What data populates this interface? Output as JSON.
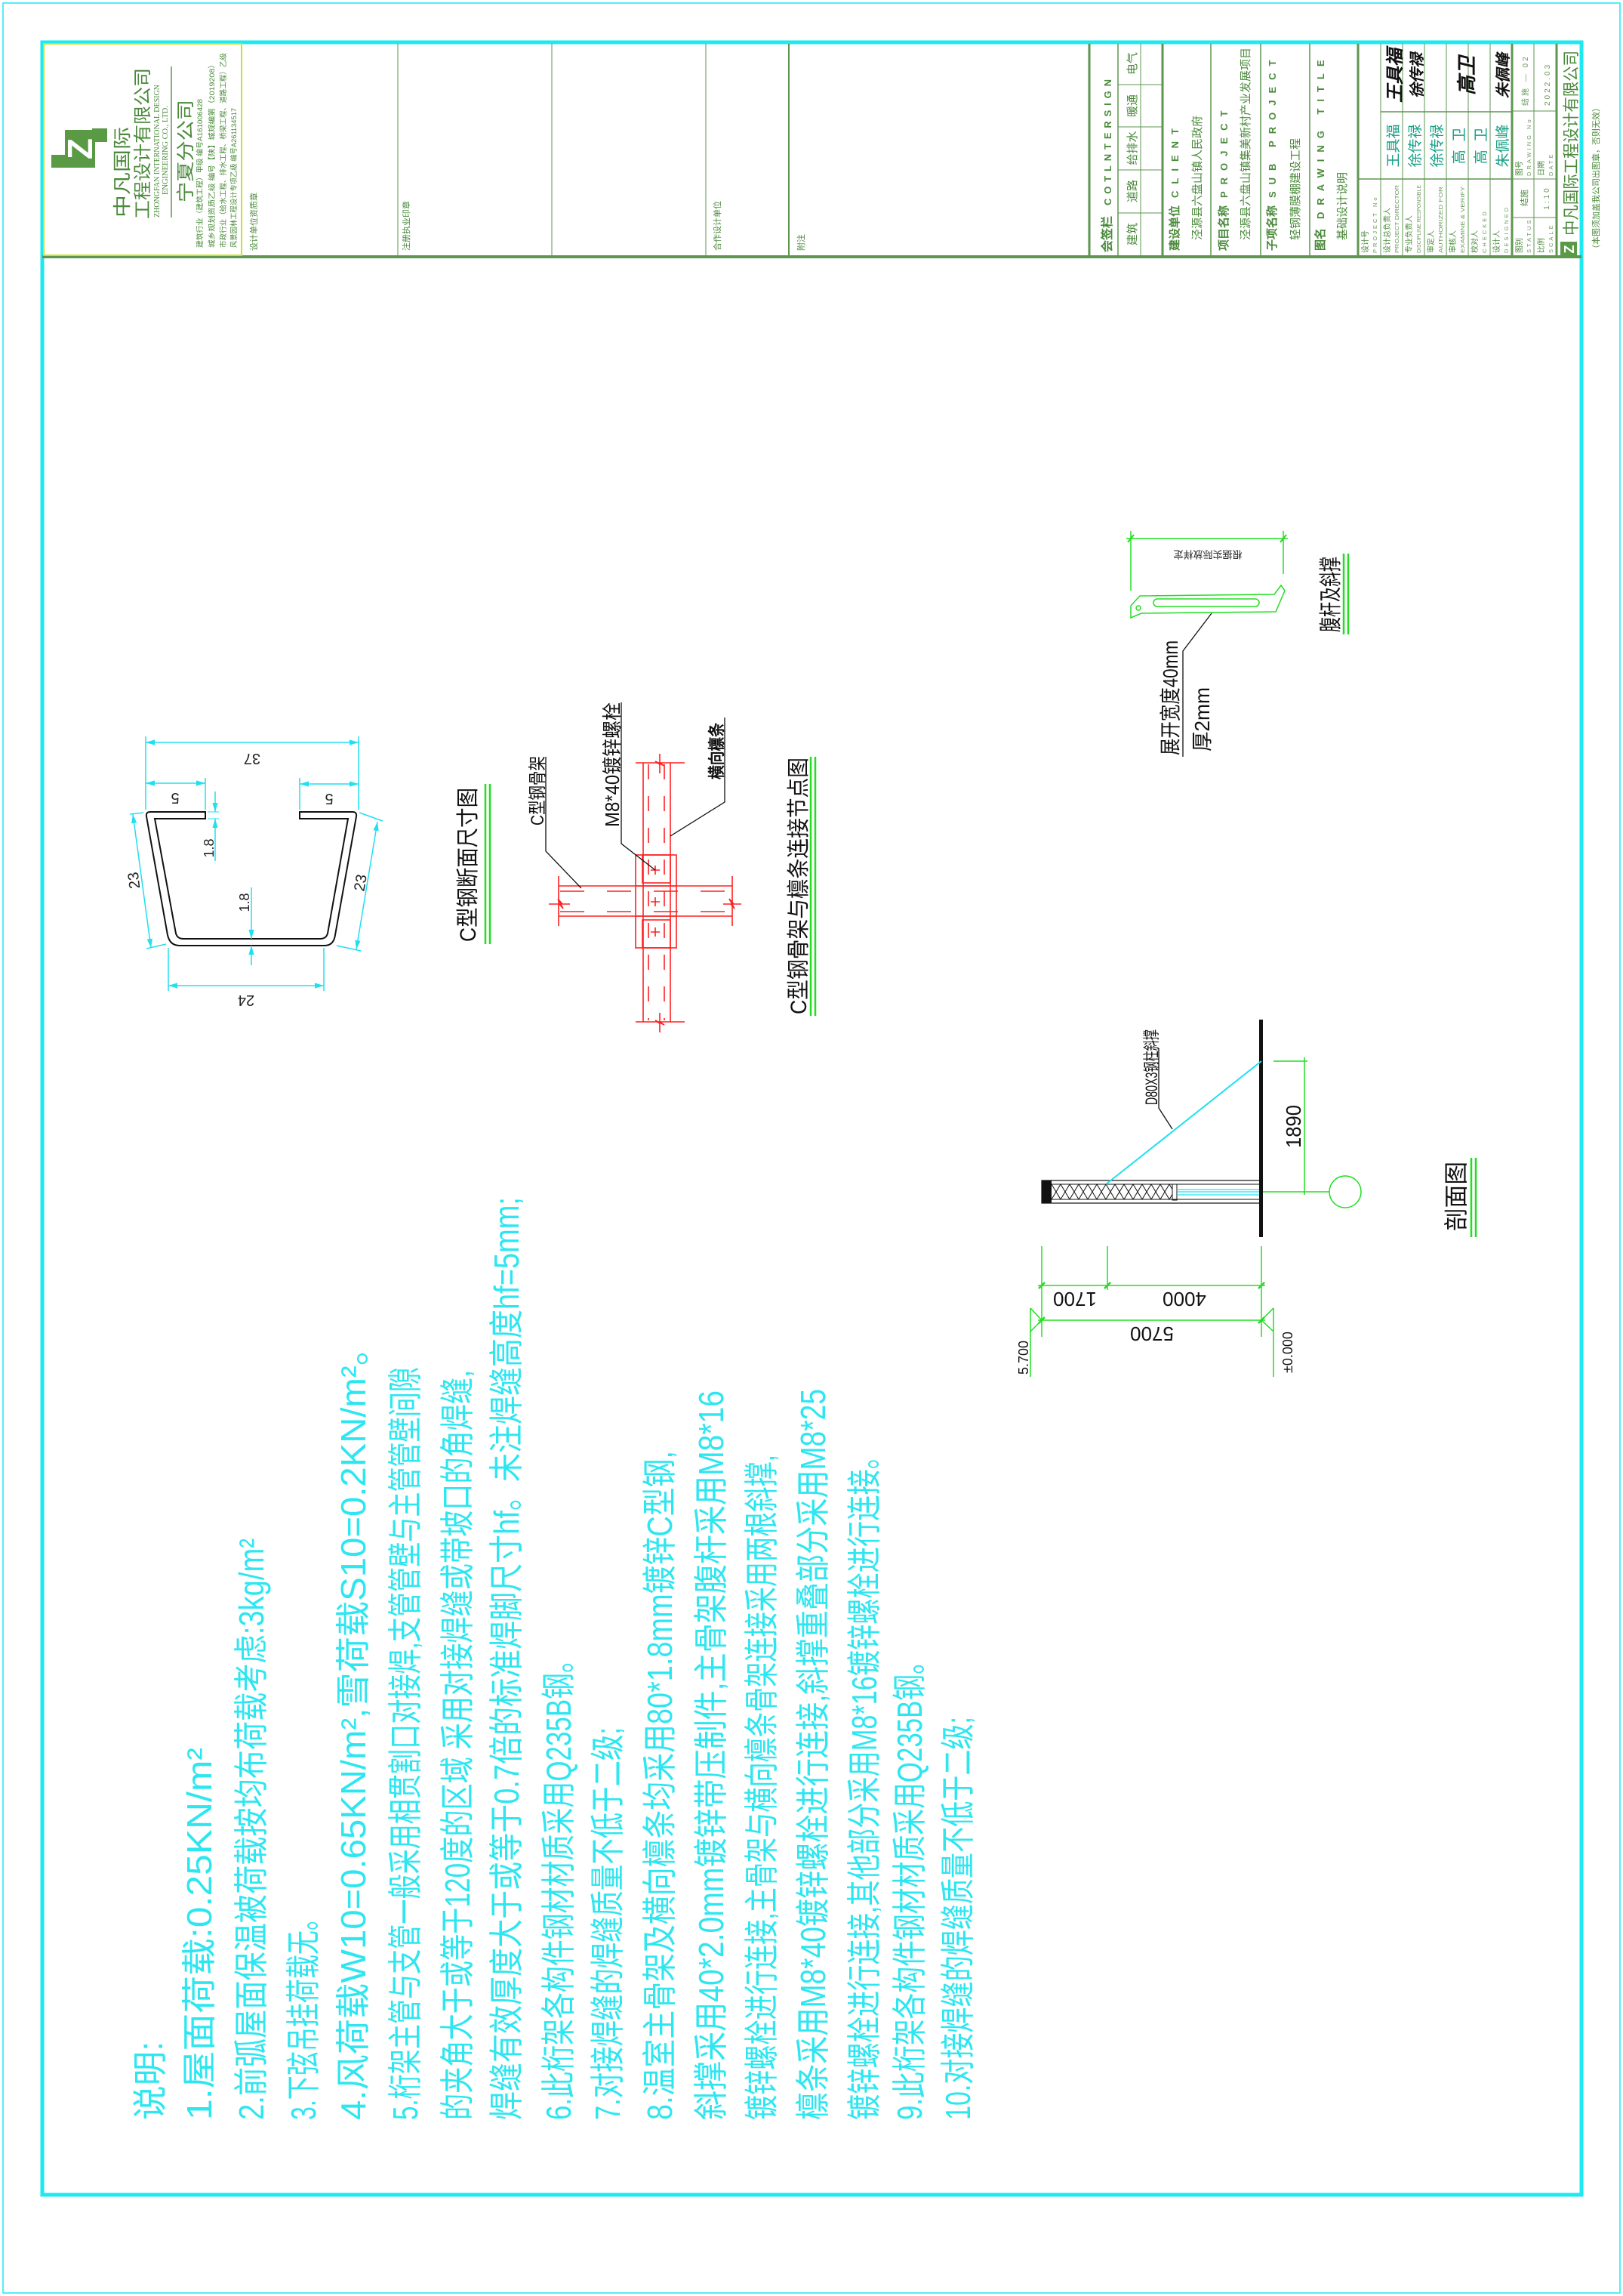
{
  "company_block": {
    "logo_text": "Z",
    "name_line1": "中凡国际",
    "name_line2": "工程设计有限公司",
    "name_en_line1": "ZHONGFAN INTERNATIONAL DESIGN",
    "name_en_line2": "ENGINEERING CO., LTD.",
    "branch": "宁夏分公司",
    "qualifications": [
      "建筑行业（建筑工程）甲级  编号A161006428",
      "城乡规划资质乙级 编号【陕】城规编第（2019208）",
      "市政行业（给水工程、排水工程、桥梁工程、道路工程）乙级",
      "风景园林工程设计专项乙级   编号A261134517"
    ]
  },
  "stamp_fields": {
    "design_unit_seal": "设计单位资质章",
    "registered_seal": "注册执业印章",
    "cooperating_unit": "合作设计单位",
    "remarks": "附注"
  },
  "title_block": {
    "countersign": {
      "label": "会签栏",
      "label_en": "COTLNTERSIGN",
      "disciplines": [
        "建筑",
        "道路",
        "给排水",
        "暖通",
        "电气"
      ]
    },
    "client": {
      "label": "建设单位",
      "label_en": "CLIENT",
      "value": "泾源县六盘山镇人民政府"
    },
    "project": {
      "label": "项目名称",
      "label_en": "PROJECT",
      "value": "泾源县六盘山镇集美新村产业发展项目"
    },
    "sub_project": {
      "label": "子项名称",
      "label_en": "SUB PROJECT",
      "value": "轻钢薄膜棚建设工程"
    },
    "drawing_title": {
      "label": "图名",
      "label_en": "DRAWING TITLE",
      "value": "基础设计说明"
    },
    "signatures": [
      {
        "label": "设计号",
        "label_en": "PROJECT No",
        "name": "",
        "signature": ""
      },
      {
        "label": "设计总负责人",
        "label_en": "PROJECT DIRECTOR",
        "name": "王具福",
        "signature": "王具福"
      },
      {
        "label": "专业负责人",
        "label_en": "DISCIPLINE RESPONSIBLE",
        "name": "徐传禄",
        "signature": "徐传禄"
      },
      {
        "label": "审定人",
        "label_en": "AUTHORIZED FOR",
        "name": "徐传禄",
        "signature": ""
      },
      {
        "label": "审核人",
        "label_en": "EXAMINE & VERIFY",
        "name": "高  卫",
        "signature": "高卫"
      },
      {
        "label": "校对人",
        "label_en": "CHECKED",
        "name": "高  卫",
        "signature": ""
      },
      {
        "label": "设计人",
        "label_en": "DESIGNED",
        "name": "朱佩峰",
        "signature": "朱佩峰"
      }
    ],
    "status": {
      "label": "图别",
      "label_en": "STATUS",
      "value": "结施"
    },
    "drawing_no": {
      "label": "图号",
      "label_en": "DRAWING No",
      "value": "结施 — 02"
    },
    "scale": {
      "label": "比例",
      "label_en": "SCALE",
      "value": "1:10"
    },
    "date": {
      "label": "日期",
      "label_en": "DATE",
      "value": "2022.03"
    },
    "company": "中凡国际工程设计有限公司",
    "notice": "（本图须加盖我公司出图章，否则无效）"
  },
  "notes": {
    "title": "说明:",
    "lines": [
      "1.屋面荷载:0.25KN/m²",
      "2.前弧屋面保温被荷载按均布荷载考虑:3kg/m²",
      "3.下弦吊挂荷载无。",
      "4.风荷载W10=0.65KN/m²,雪荷载S10=0.2KN/m²。",
      "5.桁架主管与支管一般采用相贯割口对接焊,支管管壁与主管管壁间隙",
      "的夹角大于或等于120度的区域 采用对接焊缝或带坡口的角焊缝,",
      "焊缝有效厚度大于或等于0.7倍的标准焊脚尺寸hf。未注焊缝高度hf=5mm;",
      "6.此桁架各构件钢材材质采用Q235B钢。",
      "7.对接焊缝的焊缝质量不低于二级;",
      "8.温室主骨架及横向檩条均采用80*1.8mm镀锌C型钢,",
      "斜撑采用40*2.0mm镀锌带压制件,主骨架腹杆采用M8*16",
      "镀锌螺栓进行连接,主骨架与横向檩条骨架连接采用两根斜撑,",
      "檩条采用M8*40镀锌螺栓进行连接,斜撑重叠部分采用M8*25",
      "镀锌螺栓进行连接,其他部分采用M8*16镀锌螺栓进行连接。",
      "9.此桁架各构件钢材材质采用Q235B钢。",
      "10.对接焊缝的焊缝质量不低于二级;"
    ]
  },
  "c_section": {
    "title": "C型钢断面尺寸图",
    "dim_overall": "37",
    "dim_lip_left": "5",
    "dim_lip_right": "5",
    "dim_base": "24",
    "dim_flange_left": "23",
    "dim_flange_right": "23",
    "dim_thickness_lip": "1.8",
    "dim_thickness_web": "1.8"
  },
  "joint_detail": {
    "title": "C型钢骨架与檩条连接节点图",
    "label_frame": "C型钢骨架",
    "label_bolt": "M8*40镀锌螺栓",
    "label_purlin": "横向檩条"
  },
  "web_brace": {
    "title": "腹杆及斜撑",
    "dim_note": "根据实际放样定",
    "spec_width": "展开宽度40mm",
    "spec_thickness": "厚2mm"
  },
  "section_view": {
    "title": "剖面图",
    "brace_label": "D80X3钢柱斜撑",
    "dim_height": "1890",
    "dim_1": "1700",
    "dim_2": "4000",
    "dim_total": "5700",
    "elev_top": "5.700",
    "elev_base": "±0.000"
  },
  "colors": {
    "frame": "#1ee8f0",
    "title_block": "#5e9650",
    "notes": "#2ee6f0",
    "joint": "#ff2020",
    "dimension_green": "#22dd22"
  }
}
